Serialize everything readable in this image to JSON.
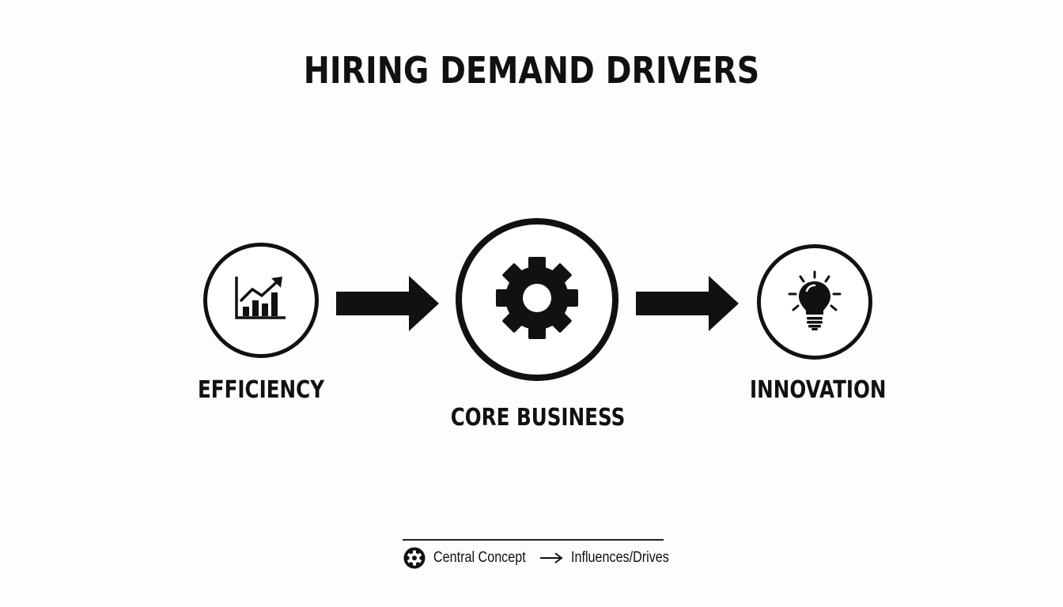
{
  "title": "HIRING DEMAND DRIVERS",
  "nodes": {
    "efficiency": {
      "label": "EFFICIENCY",
      "icon": "growth-chart-icon"
    },
    "core": {
      "label": "CORE BUSINESS",
      "icon": "gear-icon"
    },
    "innovation": {
      "label": "INNOVATION",
      "icon": "lightbulb-icon"
    }
  },
  "edges": [
    {
      "from": "EFFICIENCY",
      "to": "CORE BUSINESS"
    },
    {
      "from": "CORE BUSINESS",
      "to": "INNOVATION"
    }
  ],
  "legend": {
    "central_label": "Central Concept",
    "central_icon": "gear-icon",
    "drives_label": "Influences/Drives",
    "drives_icon": "arrow-right-icon"
  },
  "colors": {
    "ink": "#111111",
    "background": "#fdfdfc"
  }
}
